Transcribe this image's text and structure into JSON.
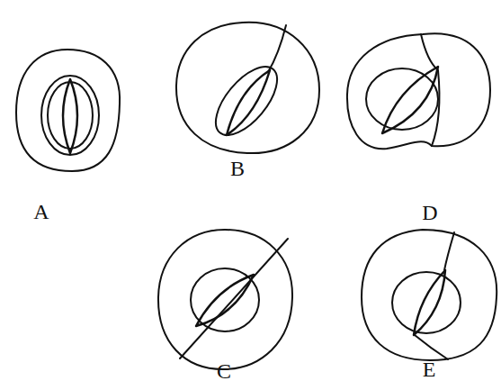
{
  "diagram": {
    "labels": [
      "A",
      "B",
      "D",
      "C",
      "E"
    ]
  }
}
